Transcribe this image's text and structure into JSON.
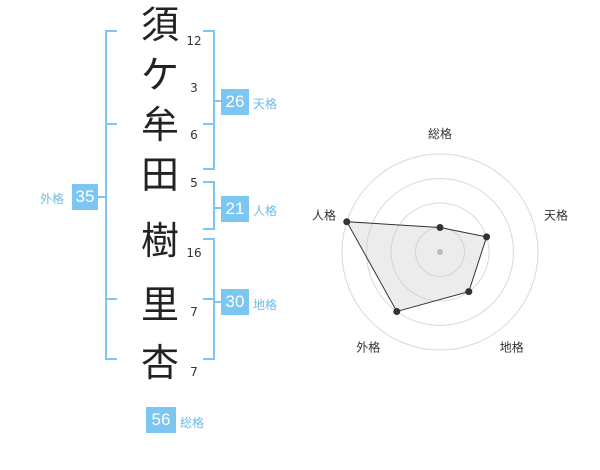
{
  "name_chars": [
    {
      "char": "須",
      "strokes": "12"
    },
    {
      "char": "ケ",
      "strokes": "3"
    },
    {
      "char": "牟",
      "strokes": "6"
    },
    {
      "char": "田",
      "strokes": "5"
    },
    {
      "char": "樹",
      "strokes": "16"
    },
    {
      "char": "里",
      "strokes": "7"
    },
    {
      "char": "杏",
      "strokes": "7"
    }
  ],
  "kaku": {
    "tenkaku": {
      "value": "26",
      "label": "天格"
    },
    "jinkaku": {
      "value": "21",
      "label": "人格"
    },
    "chikaku": {
      "value": "30",
      "label": "地格"
    },
    "gaikaku": {
      "value": "35",
      "label": "外格"
    },
    "soukaku": {
      "value": "56",
      "label": "総格"
    }
  },
  "accent_color": "#7cc6f2",
  "chart_data": {
    "type": "radar",
    "axes": [
      "総格",
      "天格",
      "地格",
      "外格",
      "人格"
    ],
    "values": [
      1,
      2,
      2,
      3,
      4
    ],
    "range": [
      0,
      4
    ],
    "rings": 4
  }
}
